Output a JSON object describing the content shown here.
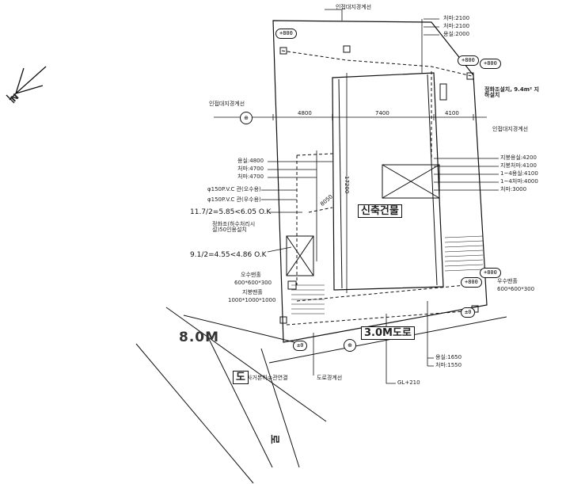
{
  "diagram": {
    "north_symbol": "N",
    "road_width_main": "8.0M",
    "road_char_a": "도",
    "road_char_b": "로",
    "road_secondary": "3.0M도로",
    "building_name": "신축건물",
    "label_boundary_top": "인접대지경계선",
    "label_boundary_left": "인접대지경계선",
    "label_boundary_right": "인접대지경계선",
    "label_road_boundary": "도로경계선",
    "label_sewer_conn": "사거본하수관연결",
    "levels_top": [
      "처마:2100",
      "처마:2100",
      "용실:2000"
    ],
    "levels_left": [
      "용실:4800",
      "처마:4700",
      "처마:4700"
    ],
    "levels_right": [
      "지붕용실:4200",
      "지붕처마:4100",
      "1~4용실:4100",
      "1~4처마:4000",
      "처마:3000"
    ],
    "levels_bottom": [
      "용실:1650",
      "처마:1550"
    ],
    "pipe_a": "φ150P.V.C 관(오수용)",
    "pipe_b": "φ150P.V.C 관(우수용)",
    "calc_a": "11.7/2=5.85<6.05 O.K",
    "calc_b": "9.1/2=4.55<4.86 O.K",
    "note_septic": "정화조(하수처리시설)50인용설치",
    "note_tank": "정화조설치, 9.4m² 지하설치",
    "manhole_left_a": [
      "오수맨홀",
      "600*600*300"
    ],
    "manhole_left_b": [
      "지붕맨홀",
      "1000*1000*1000"
    ],
    "manhole_right": [
      "우수맨홀",
      "600*600*300"
    ],
    "elev_labels": [
      "+800",
      "+800",
      "+800",
      "+800",
      "+800",
      "±0",
      "±0"
    ],
    "ground_level": "GL+210",
    "dim_4800": "4800",
    "dim_7400": "7400",
    "dim_4100": "4100",
    "dim_17200": "17200",
    "dim_8050": "8050",
    "circle_mark_a": "⊕",
    "circle_mark_b": "⊕"
  }
}
